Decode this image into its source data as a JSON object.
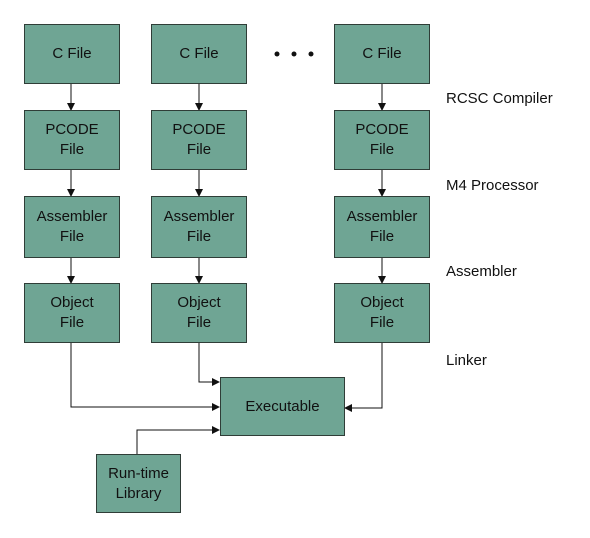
{
  "colors": {
    "box_fill": "#6fa594",
    "box_border": "#2f3d37",
    "line": "#111111"
  },
  "columns": [
    {
      "c_file": "C File",
      "pcode": "PCODE\nFile",
      "assembler": "Assembler\nFile",
      "object": "Object\nFile"
    },
    {
      "c_file": "C File",
      "pcode": "PCODE\nFile",
      "assembler": "Assembler\nFile",
      "object": "Object\nFile"
    },
    {
      "c_file": "C File",
      "pcode": "PCODE\nFile",
      "assembler": "Assembler\nFile",
      "object": "Object\nFile"
    }
  ],
  "stages": {
    "compiler": "RCSC Compiler",
    "processor": "M4 Processor",
    "assembler": "Assembler",
    "linker": "Linker"
  },
  "executable": "Executable",
  "runtime_library": "Run-time\nLibrary"
}
